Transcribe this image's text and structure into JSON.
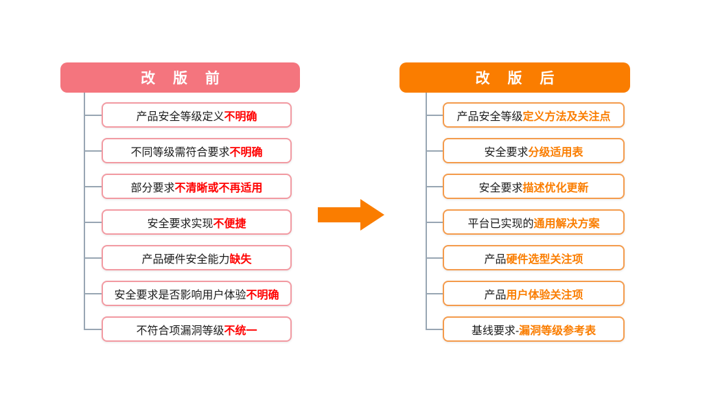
{
  "before": {
    "header": "改 版 前",
    "header_color": "#F4757E",
    "box_border_color": "#F29AA2",
    "highlight_color": "#FF0000",
    "items": [
      {
        "prefix": "产品安全等级定义",
        "highlight": "不明确"
      },
      {
        "prefix": "不同等级需符合要求",
        "highlight": "不明确"
      },
      {
        "prefix": "部分要求",
        "highlight": "不清晰或不再适用"
      },
      {
        "prefix": "安全要求实现",
        "highlight": "不便捷"
      },
      {
        "prefix": "产品硬件安全能力",
        "highlight": "缺失"
      },
      {
        "prefix": "安全要求是否影响用户体验",
        "highlight": "不明确"
      },
      {
        "prefix": "不符合项漏洞等级",
        "highlight": "不统一"
      }
    ]
  },
  "after": {
    "header": "改 版 后",
    "header_color": "#FA7D00",
    "box_border_color": "#F49B4C",
    "highlight_color": "#FA7D00",
    "items": [
      {
        "prefix": "产品安全等级",
        "highlight": "定义方法及关注点"
      },
      {
        "prefix": "安全要求",
        "highlight": "分级适用表"
      },
      {
        "prefix": "安全要求",
        "highlight": "描述优化更新"
      },
      {
        "prefix": "平台已实现的",
        "highlight": "通用解决方案"
      },
      {
        "prefix": "产品",
        "highlight": "硬件选型关注项"
      },
      {
        "prefix": "产品",
        "highlight": "用户体验关注项"
      },
      {
        "prefix": "基线要求-",
        "highlight": "漏洞等级参考表"
      }
    ]
  },
  "arrow": {
    "color": "#FA7D00"
  },
  "connector_color": "#98A6B3"
}
